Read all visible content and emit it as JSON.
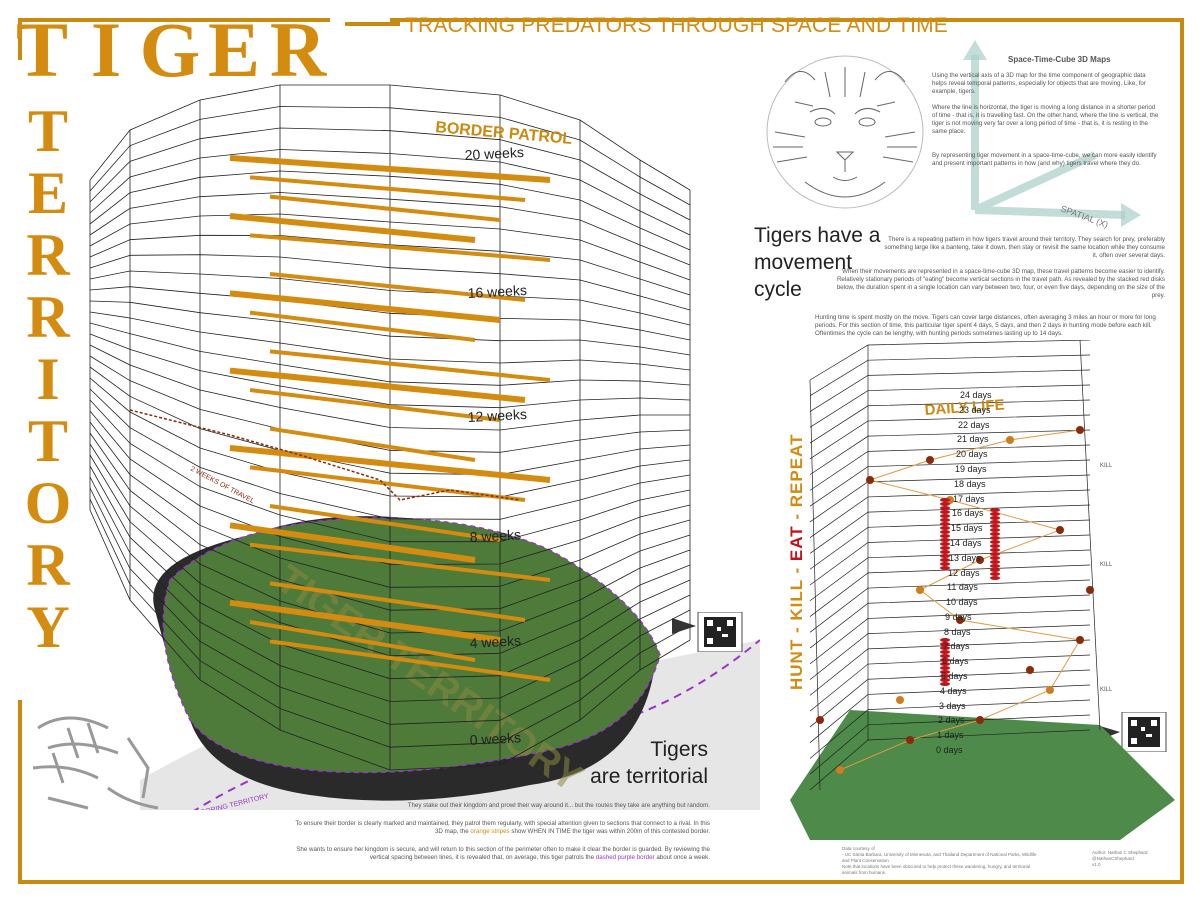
{
  "title_tiger": [
    "T",
    "I",
    "G",
    "E",
    "R"
  ],
  "title_territory": [
    "T",
    "E",
    "R",
    "R",
    "I",
    "T",
    "O",
    "R",
    "Y"
  ],
  "subtitle": "TRACKING PREDATORS THROUGH SPACE AND TIME",
  "stc": {
    "heading": "Space-Time-Cube 3D Maps",
    "p1": "Using the vertical axis of a 3D map for the time component of geographic data helps reveal temporal patterns, especially for objects that are moving. Like, for example, tigers.",
    "p2": "Where the line is horizontal, the tiger is moving a long distance in a shorter period of time - that is, it is travelling fast. On the other hand, where the line is vertical, the tiger is not moving very far over a long period of time - that is, it is resting in the same place.",
    "p3": "By representing tiger movement in a space-time-cube, we can more easily identify and present important patterns in how (and why) tigers travel where they do.",
    "axis_spatial": "SPATIAL (X)"
  },
  "movement": {
    "headline_lines": [
      "Tigers have a",
      "movement",
      "cycle"
    ],
    "p1": "There is a repeating pattern in how tigers travel around their territory. They search for prey, preferably something large like a banteng, take it down, then stay or revisit the same location while they consume it, often over several days.",
    "p2": "When their movements are represented in a space-time-cube 3D map, these travel patterns become easier to identify. Relatively stationary periods of \"eating\" become vertical sections in the travel path. As revealed by the stacked red disks below, the duration spent in a single location can vary between two, four, or even five days, depending on the size of the prey.",
    "p3": "Hunting time is spent mostly on the move. Tigers can cover large distances, often averaging 3 miles an hour or more for long periods. For this section of time, this particular tiger spent 4 days, 5 days, and then 2 days in hunting mode before each kill. Oftentimes the cycle can be lengthy, with hunting periods sometimes lasting up to 14 days."
  },
  "border_patrol": {
    "title": "BORDER PATROL",
    "weeks": [
      "20 weeks",
      "16 weeks",
      "12 weeks",
      "8 weeks",
      "4 weeks",
      "0 weeks"
    ],
    "path_label": "2 WEEKS OF TRAVEL",
    "map_text": "TIGER TERRITORY",
    "neighbor_label": "NEIGHBORING TERRITORY"
  },
  "territorial": {
    "headline_lines": [
      "Tigers",
      "are territorial"
    ],
    "p1": "They stake out their kingdom and prowl their way around it... but the routes they take are anything but random.",
    "p2a": "To ensure their border is clearly marked and maintained, they patrol them regularly, with special attention given to sections that connect to a rival. In this 3D map, the ",
    "p2_orange": "orange stripes",
    "p2b": " show WHEN IN TIME the tiger was within 200m of this contested border.",
    "p3a": "She wants to ensure her kingdom is secure, and will return to this section of the perimeter often to make it clear the border is guarded. By reviewing the vertical spacing between lines, it is revealed that, on average, this tiger patrols the ",
    "p3_purple": "dashed purple border",
    "p3b": " about once a week."
  },
  "daily_life": {
    "title": "DAILY LIFE",
    "vertical_parts": [
      "HUNT",
      " - ",
      "KILL",
      " - ",
      "EAT",
      " - ",
      "REPEAT"
    ],
    "days": [
      "24 days",
      "23 days",
      "22 days",
      "21 days",
      "20 days",
      "19 days",
      "18 days",
      "17 days",
      "16 days",
      "15 days",
      "14 days",
      "13 days",
      "12 days",
      "11 days",
      "10 days",
      "9 days",
      "8 days",
      "7 days",
      "6 days",
      "5 days",
      "4 days",
      "3 days",
      "2 days",
      "1 days",
      "0 days"
    ],
    "kill": "KILL"
  },
  "credits": {
    "left": [
      "Data courtesy of",
      "- UC Santa Barbara, University of Minnesota, and Thailand Department of National Parks, Wildlife and Plant Conservation",
      "Note that locations have been obscured to help protect these wandering, hungry, and territorial animals from humans."
    ],
    "right": [
      "Author: Nathan C Shephard",
      "@NathanCShephard",
      "v1.0"
    ]
  },
  "colors": {
    "orange": "#d38c10",
    "red": "#c0141a",
    "purple": "#9b34c9",
    "map_green": "#4e7a3a"
  }
}
